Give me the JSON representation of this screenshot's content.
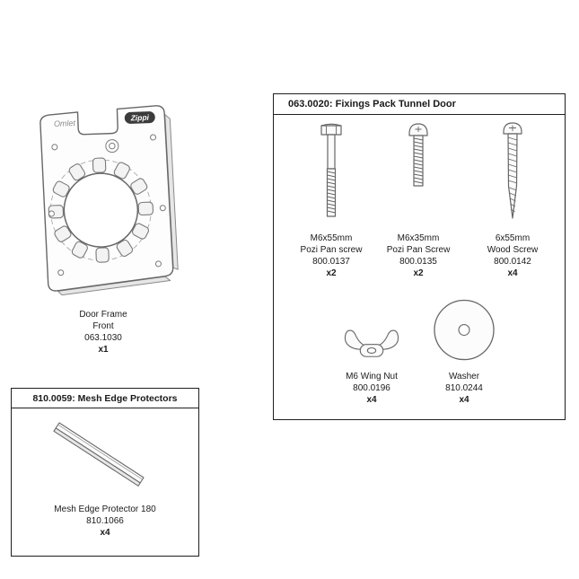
{
  "door_frame": {
    "brand_left": "Omlet",
    "brand_right": "Zippi",
    "name_line1": "Door Frame",
    "name_line2": "Front",
    "part_number": "063.1030",
    "quantity": "x1",
    "icon": "door-frame-icon"
  },
  "fixings_pack": {
    "title": "063.0020: Fixings Pack Tunnel Door",
    "items": [
      {
        "name_line1": "M6x55mm",
        "name_line2": "Pozi Pan screw",
        "part_number": "800.0137",
        "quantity": "x2",
        "icon": "hex-bolt-long-icon"
      },
      {
        "name_line1": "M6x35mm",
        "name_line2": "Pozi Pan Screw",
        "part_number": "800.0135",
        "quantity": "x2",
        "icon": "pan-bolt-short-icon"
      },
      {
        "name_line1": "6x55mm",
        "name_line2": "Wood Screw",
        "part_number": "800.0142",
        "quantity": "x4",
        "icon": "wood-screw-icon"
      },
      {
        "name_line1": "M6 Wing Nut",
        "part_number": "800.0196",
        "quantity": "x4",
        "icon": "wing-nut-icon"
      },
      {
        "name_line1": "Washer",
        "part_number": "810.0244",
        "quantity": "x4",
        "icon": "washer-icon"
      }
    ]
  },
  "mesh_edge_protectors": {
    "title": "810.0059: Mesh Edge Protectors",
    "item": {
      "name": "Mesh Edge Protector 180",
      "part_number": "810.1066",
      "quantity": "x4",
      "icon": "mesh-edge-protector-icon"
    }
  }
}
